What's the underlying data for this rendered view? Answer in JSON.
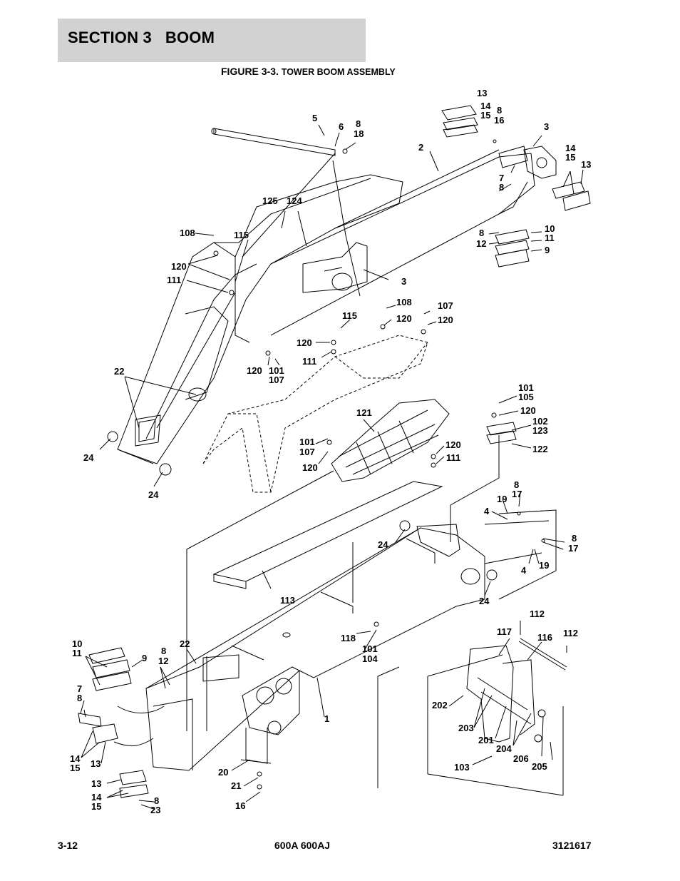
{
  "header": {
    "section_title": "SECTION 3   BOOM",
    "figure_label": "FIGURE 3-3.",
    "figure_name": "TOWER BOOM ASSEMBLY"
  },
  "callouts": [
    "13",
    "14",
    "15",
    "8",
    "16",
    "5",
    "6",
    "8",
    "18",
    "3",
    "2",
    "14",
    "15",
    "13",
    "7",
    "8",
    "125",
    "124",
    "108",
    "115",
    "120",
    "111",
    "3",
    "8",
    "12",
    "10",
    "11",
    "9",
    "108",
    "107",
    "115",
    "120",
    "120",
    "120",
    "111",
    "120",
    "101",
    "107",
    "22",
    "24",
    "24",
    "121",
    "101",
    "107",
    "120",
    "120",
    "111",
    "101",
    "105",
    "120",
    "102",
    "123",
    "122",
    "8",
    "17",
    "19",
    "4",
    "8",
    "17",
    "4",
    "19",
    "24",
    "24",
    "113",
    "118",
    "101",
    "104",
    "112",
    "117",
    "116",
    "112",
    "10",
    "11",
    "9",
    "8",
    "12",
    "22",
    "7",
    "8",
    "14",
    "15",
    "13",
    "1",
    "202",
    "203",
    "201",
    "204",
    "206",
    "205",
    "103",
    "20",
    "21",
    "16",
    "13",
    "14",
    "15",
    "8",
    "23"
  ],
  "footer": {
    "page": "3-12",
    "model": "600A 600AJ",
    "doc_number": "3121617"
  },
  "colors": {
    "header_band": "#d2d2d2",
    "line": "#000000"
  }
}
